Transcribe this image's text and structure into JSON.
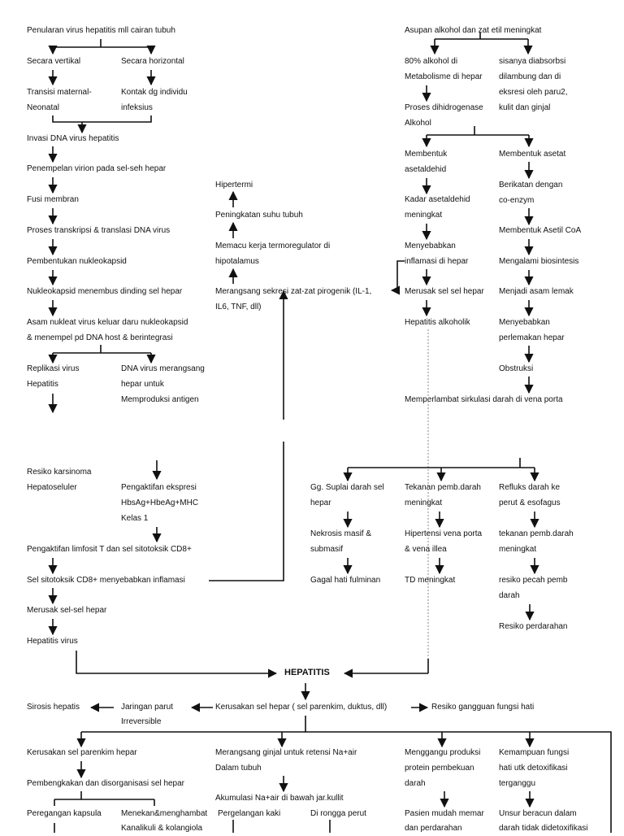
{
  "viral": {
    "transmission": "Penularan virus hepatitis mll cairan tubuh",
    "vertical": "Secara vertikal",
    "horizontal": "Secara horizontal",
    "maternal_1": "Transisi maternal-",
    "maternal_2": "Neonatal",
    "contact_1": "Kontak dg individu",
    "contact_2": "infeksius",
    "invasion": "Invasi DNA virus hepatitis",
    "attachment": "Penempelan virion pada sel-seh hepar",
    "fusion": "Fusi membran",
    "transcription": "Proses transkripsi & translasi DNA virus",
    "nucleocapsid": "Pembentukan nukleokapsid",
    "penetrate": "Nukleokapsid menembus dinding sel hepar",
    "release_1": "Asam nukleat virus keluar daru nukleokapsid",
    "release_2": "& menempel pd DNA host & berintegrasi",
    "replication_1": "Replikasi virus",
    "replication_2": "Hepatitis",
    "antigen_1": "DNA virus merangsang",
    "antigen_2": "hepar untuk",
    "antigen_3": "Memproduksi antigen",
    "carcinoma_1": "Resiko karsinoma",
    "carcinoma_2": "Hepatoseluler",
    "expression_1": "Pengaktifan ekspresi",
    "expression_2": "HbsAg+HbeAg+MHC",
    "expression_3": "Kelas 1",
    "tcell": "Pengaktifan limfosit T dan sel sitotoksik CD8+",
    "cd8_inflammation": "Sel sitotoksik CD8+ menyebabkan inflamasi",
    "damage_cells": "Merusak sel-sel hepar",
    "viral_hepatitis": "Hepatitis virus"
  },
  "fever": {
    "hyperthermia": "Hipertermi",
    "temperature": "Peningkatan suhu tubuh",
    "thermo_1": "Memacu kerja termoregulator di",
    "thermo_2": "hipotalamus",
    "pyrogen_1": "Merangsang sekresi zat-zat pirogenik (IL-1,",
    "pyrogen_2": "IL6, TNF, dll)"
  },
  "alcohol": {
    "intake": "Asupan alkohol dan zat etil meningkat",
    "metab_1": "80% alkohol di",
    "metab_2": "Metabolisme di hepar",
    "absorb_1": "sisanya diabsorbsi",
    "absorb_2": "dilambung dan di",
    "absorb_3": "eksresi oleh paru2,",
    "absorb_4": "kulit dan ginjal",
    "dehydro_1": "Proses dihidrogenase",
    "dehydro_2": "Alkohol",
    "acetald_1": "Membentuk",
    "acetald_2": "asetaldehid",
    "acetate": "Membentuk asetat",
    "coenzyme_1": "Berikatan dengan",
    "coenzyme_2": "co-enzym",
    "acetald_level_1": "Kadar asetaldehid",
    "acetald_level_2": "meningkat",
    "acetylcoa": "Membentuk Asetil CoA",
    "inflam_1": "Menyebabkan",
    "inflam_2": "inflamasi di hepar",
    "biosynthesis": "Mengalami biosintesis",
    "damage": "Merusak sel sel hepar",
    "fatty_acid": "Menjadi asam lemak",
    "alcoholic": "Hepatitis alkoholik",
    "fatty_1": "Menyebabkan",
    "fatty_2": "perlemakan hepar",
    "obstruction": "Obstruksi",
    "portal": "Memperlambat sirkulasi darah di vena porta"
  },
  "portal": {
    "supply_1": "Gg. Suplai darah sel",
    "supply_2": "hepar",
    "pressure_1": "Tekanan pemb.darah",
    "pressure_2": "meningkat",
    "reflux_1": "Refluks darah ke",
    "reflux_2": "perut & esofagus",
    "necrosis_1": "Nekrosis masif &",
    "necrosis_2": "submasif",
    "hypertension_1": "Hipertensi vena porta",
    "hypertension_2": "& vena illea",
    "pressure2_1": "tekanan pemb.darah",
    "pressure2_2": "meningkat",
    "fulminant": "Gagal hati fulminan",
    "td": "TD meningkat",
    "rupture_1": "resiko pecah pemb",
    "rupture_2": "darah",
    "bleeding": "Resiko perdarahan"
  },
  "center": {
    "hepatitis": "HEPATITIS",
    "cirrhosis": "Sirosis hepatis",
    "scar_1": "Jaringan parut",
    "scar_2": "Irreversible",
    "damage": "Kerusakan sel hepar ( sel parenkim, duktus, dll)",
    "risk": "Resiko gangguan fungsi hati"
  },
  "bottom": {
    "parenchyma": "Kerusakan sel parenkim hepar",
    "swelling": "Pembengkakan dan disorganisasi sel hepar",
    "capsule": "Peregangan kapsula",
    "press_1": "Menekan&menghambat",
    "press_2": "Kanalikuli & kolangiola",
    "kidney_1": "Merangsang ginjal untuk retensi Na+air",
    "kidney_2": "Dalam tubuh",
    "accum": "Akumulasi Na+air di bawah jar.kullit",
    "ankle": "Pergelangan kaki",
    "abdomen": "Di rongga perut",
    "protein_1": "Menggangu produksi",
    "protein_2": "protein pembekuan",
    "protein_3": "darah",
    "bruise_1": "Pasien mudah memar",
    "bruise_2": "dan perdarahan",
    "detox_1": "Kemampuan fungsi",
    "detox_2": "hati utk detoxifikasi",
    "detox_3": "terganggu",
    "toxic_1": "Unsur beracun dalam",
    "toxic_2": "darah tidak didetoxifikasi"
  }
}
